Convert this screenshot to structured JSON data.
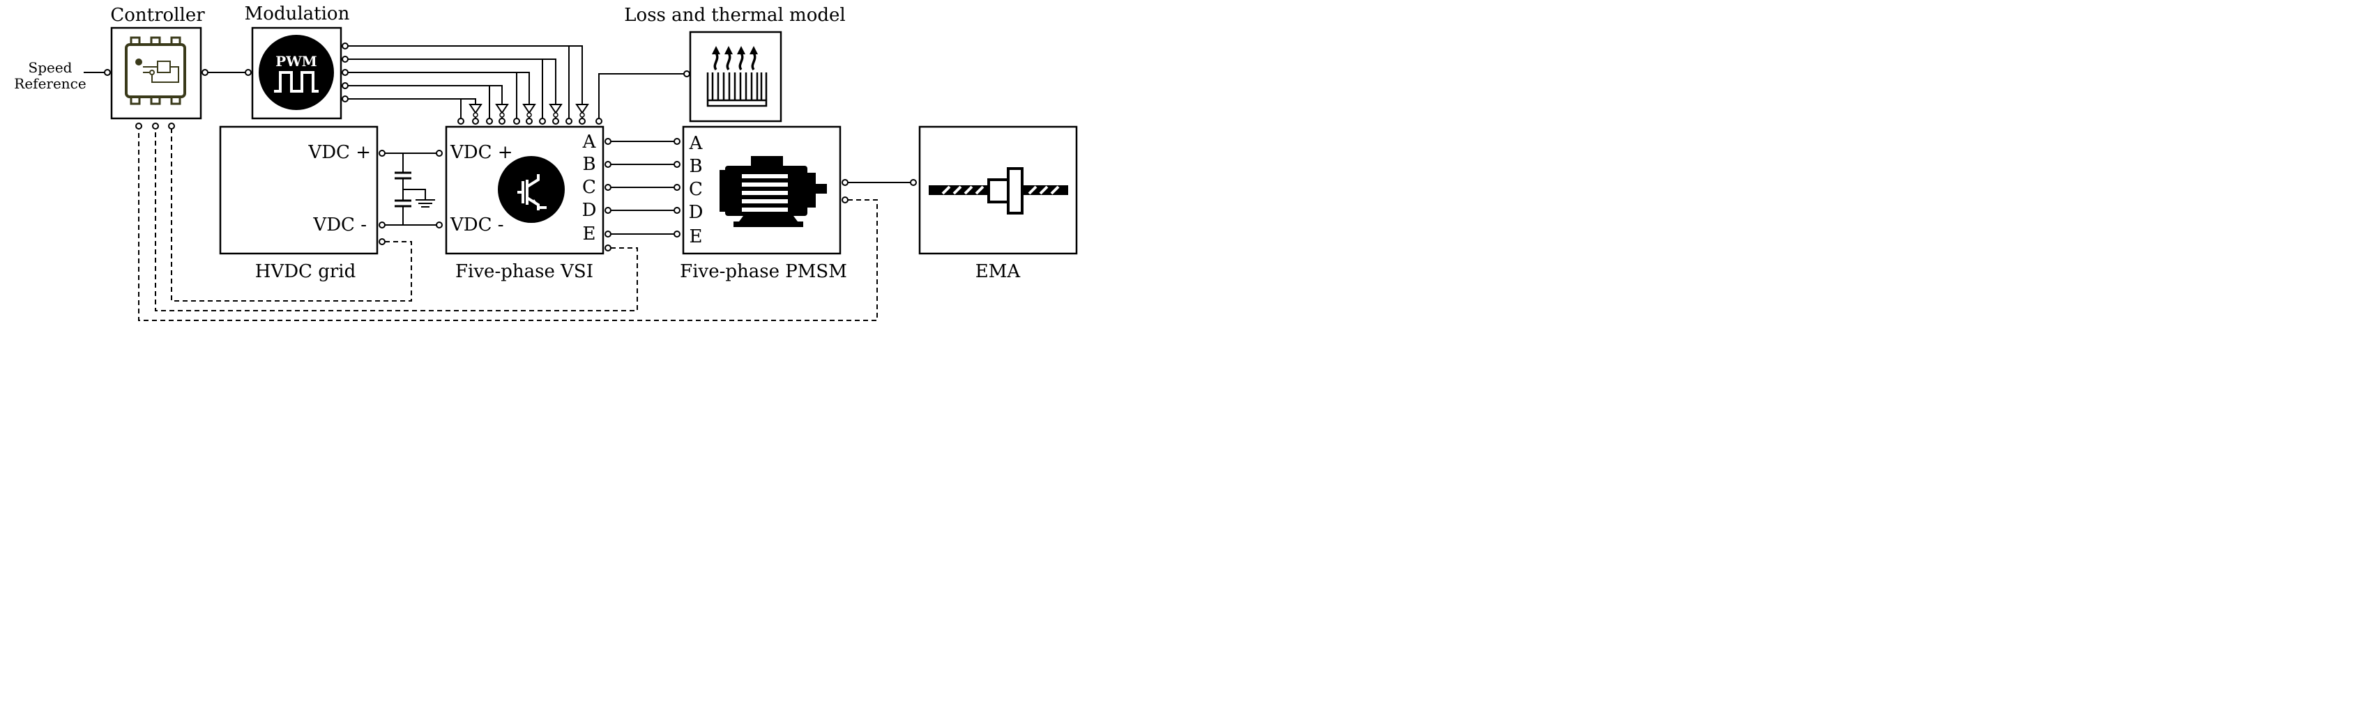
{
  "input": {
    "label_line1": "Speed",
    "label_line2": "Reference"
  },
  "controller": {
    "title": "Controller"
  },
  "modulation": {
    "title": "Modulation",
    "icon_text": "PWM"
  },
  "thermal": {
    "title": "Loss and thermal model"
  },
  "hvdc": {
    "title": "HVDC grid",
    "vdc_plus": "VDC +",
    "vdc_minus": "VDC -"
  },
  "vsi": {
    "title": "Five-phase VSI",
    "vdc_plus": "VDC +",
    "vdc_minus": "VDC -",
    "phases": [
      "A",
      "B",
      "C",
      "D",
      "E"
    ]
  },
  "pmsm": {
    "title": "Five-phase PMSM",
    "phases": [
      "A",
      "B",
      "C",
      "D",
      "E"
    ]
  },
  "ema": {
    "title": "EMA"
  },
  "icons": {
    "controller": "controller-chip-icon",
    "modulation": "pwm-icon",
    "thermal": "heatsink-icon",
    "vsi": "igbt-icon",
    "pmsm": "motor-icon",
    "ema": "ball-screw-icon"
  }
}
